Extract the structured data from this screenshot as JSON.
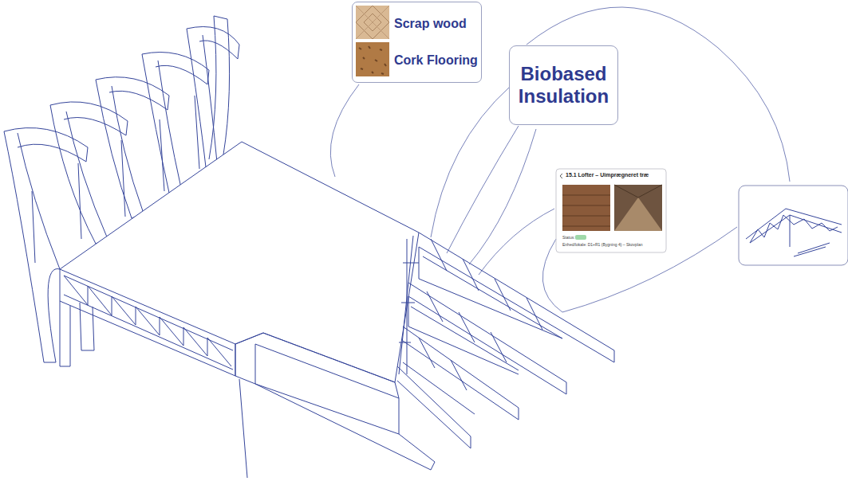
{
  "diagram": {
    "nodes": [
      {
        "text": [
          "Scrap wood",
          "Cork Flooring"
        ]
      },
      {
        "text": [
          "Biobased Insulation"
        ]
      },
      {
        "text": [
          "15.1 Lofter – Uimprægneret træ",
          "Status:",
          "Enhed/lokale: D1+R1 (Bygning 4) – Skovplan"
        ]
      }
    ]
  }
}
